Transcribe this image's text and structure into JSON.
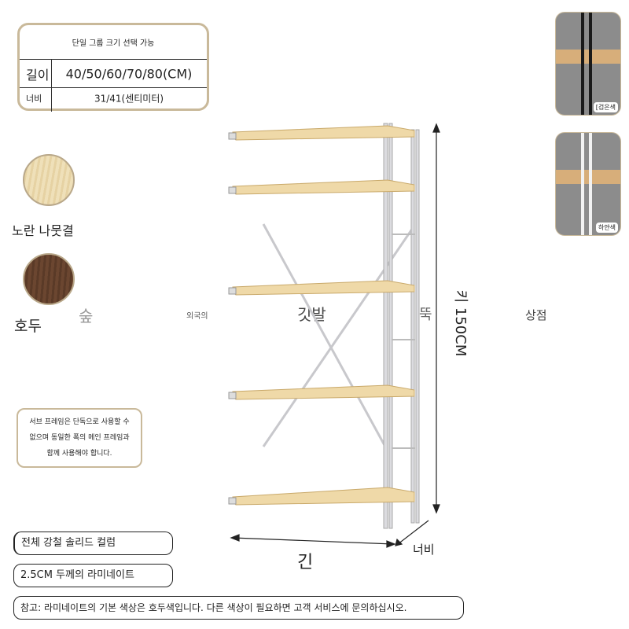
{
  "spec_table": {
    "title": "단일 그룹 크기 선택 가능",
    "length_label": "길이",
    "length_value": "40/50/60/70/80(CM)",
    "width_label": "너비",
    "width_value": "31/41(센티미터)"
  },
  "colors": [
    {
      "label": "노란 나뭇결",
      "hex": "#ecd9ae"
    },
    {
      "label": "호두",
      "hex": "#6b4630"
    }
  ],
  "overlay_words": [
    "숲",
    "외국의",
    "깃발",
    "뚝",
    "상점"
  ],
  "note_box": {
    "lines": [
      "서브 프레임은 단독으로 사용할 수",
      "없으며 동일한 폭의 메인 프레임과",
      "함께 사용해야 합니다."
    ]
  },
  "dimensions": {
    "height": "키 150CM",
    "length": "긴",
    "width": "너비"
  },
  "features": [
    "전체 강철 솔리드 컬럼",
    "2.5CM 두께의 라미네이트"
  ],
  "footer_note": "참고: 라미네이트의 기본 색상은 호두색입니다. 다른 색상이 필요하면 고객 서비스에 문의하십시오.",
  "frame_options": [
    {
      "label": "[검은색",
      "frame_color": "#1a1a1a"
    },
    {
      "label": "하얀색",
      "frame_color": "#f2f2f2"
    }
  ]
}
